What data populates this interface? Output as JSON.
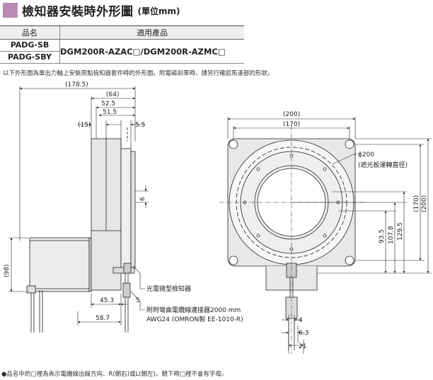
{
  "title": "檢知器安裝時外形圖",
  "title_unit": "(單位mm)",
  "table": {
    "header_model": "品名",
    "header_applicable": "適用產品",
    "models": [
      "PADG-SB",
      "PADG-SBY"
    ],
    "applicable": "DGM200R-AZAC□/DGM200R-AZMC□"
  },
  "note": "以下外形圖為單出力軸上安裝原點檢知器套件時的外形圖。附電磁剎車時、請另行確認馬達部的形狀。",
  "footnote": "●品名中的□裡為表示電纜線出線方向、R(朝右)或L(朝左)。朝下時□裡不會有字母。",
  "side_view": {
    "dim_total": "(178.5)",
    "dim_64": "(64)",
    "dim_52_5": "52.5",
    "dim_51_5": "51.5",
    "dim_15": "(15)",
    "dim_5_5": "5.5",
    "dim_6": "6",
    "dim_98": "(98)",
    "dim_45_3": "45.3",
    "dim_5": "5",
    "dim_58_7": "58.7",
    "label_sensor": "光電微型檢知器",
    "label_connector": "附附彎曲電纜線連接器2000 mm",
    "label_awg": "AWG24 (OMRON製 EE-1010-R)"
  },
  "front_view": {
    "dim_200": "(200)",
    "dim_170": "(170)",
    "dim_phi200": "ϕ200",
    "dim_phi200_note": "(遮光板運轉直徑)",
    "dim_170_v": "(170)",
    "dim_200_v": "(200)",
    "dim_93_5": "93.5",
    "dim_107_8": "107.8",
    "dim_129_5": "129.5",
    "dim_4": "4",
    "dim_6_3": "6.3",
    "dim_21": "21"
  },
  "colors": {
    "accent": "#b98ab5",
    "line": "#222222",
    "fill": "#e8e8e8"
  }
}
